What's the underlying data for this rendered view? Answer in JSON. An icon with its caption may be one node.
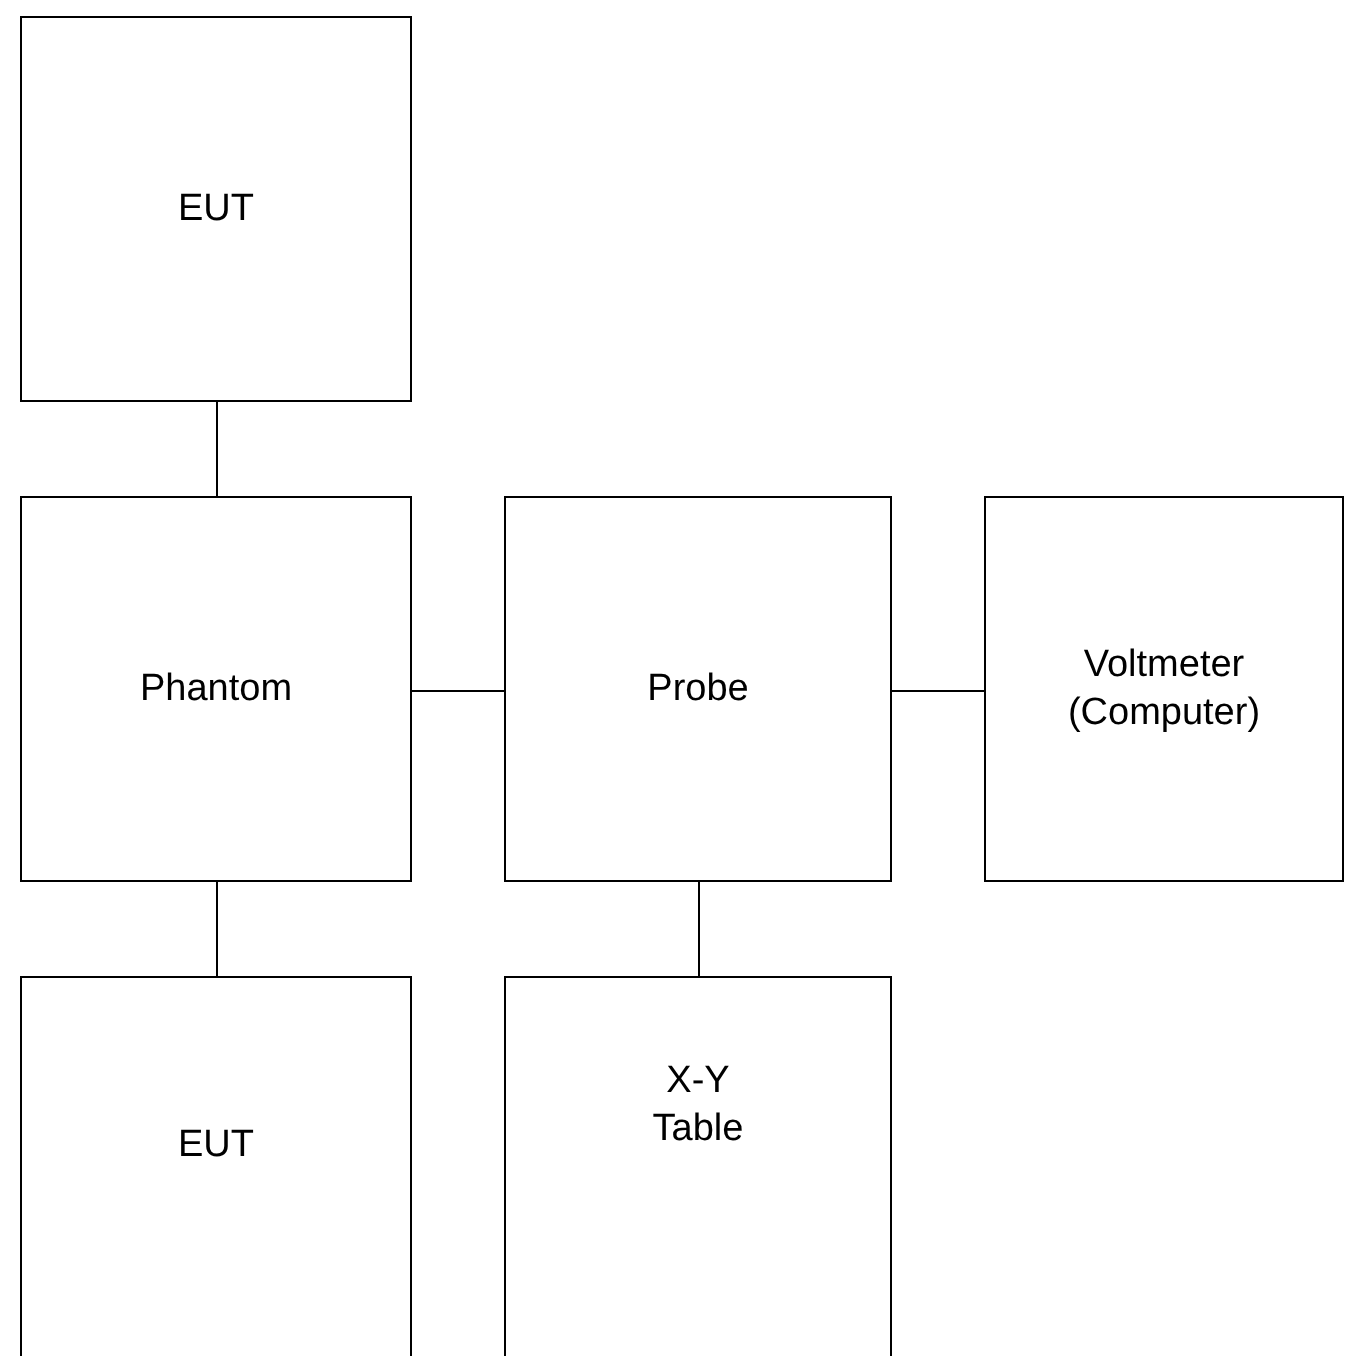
{
  "diagram": {
    "nodes": [
      {
        "text": [
          "EUT"
        ]
      },
      {
        "text": [
          "Phantom"
        ]
      },
      {
        "text": [
          "Probe"
        ]
      },
      {
        "text": [
          "Voltmeter (Computer)"
        ]
      },
      {
        "text": [
          "EUT"
        ]
      },
      {
        "text": [
          "X-Y Table"
        ]
      }
    ],
    "edges": [
      {
        "from": 0,
        "to": 1,
        "arrow": "none"
      },
      {
        "from": 1,
        "to": 2,
        "arrow": "none"
      },
      {
        "from": 2,
        "to": 3,
        "arrow": "none"
      },
      {
        "from": 1,
        "to": 4,
        "arrow": "none"
      },
      {
        "from": 2,
        "to": 5,
        "arrow": "none"
      }
    ]
  }
}
